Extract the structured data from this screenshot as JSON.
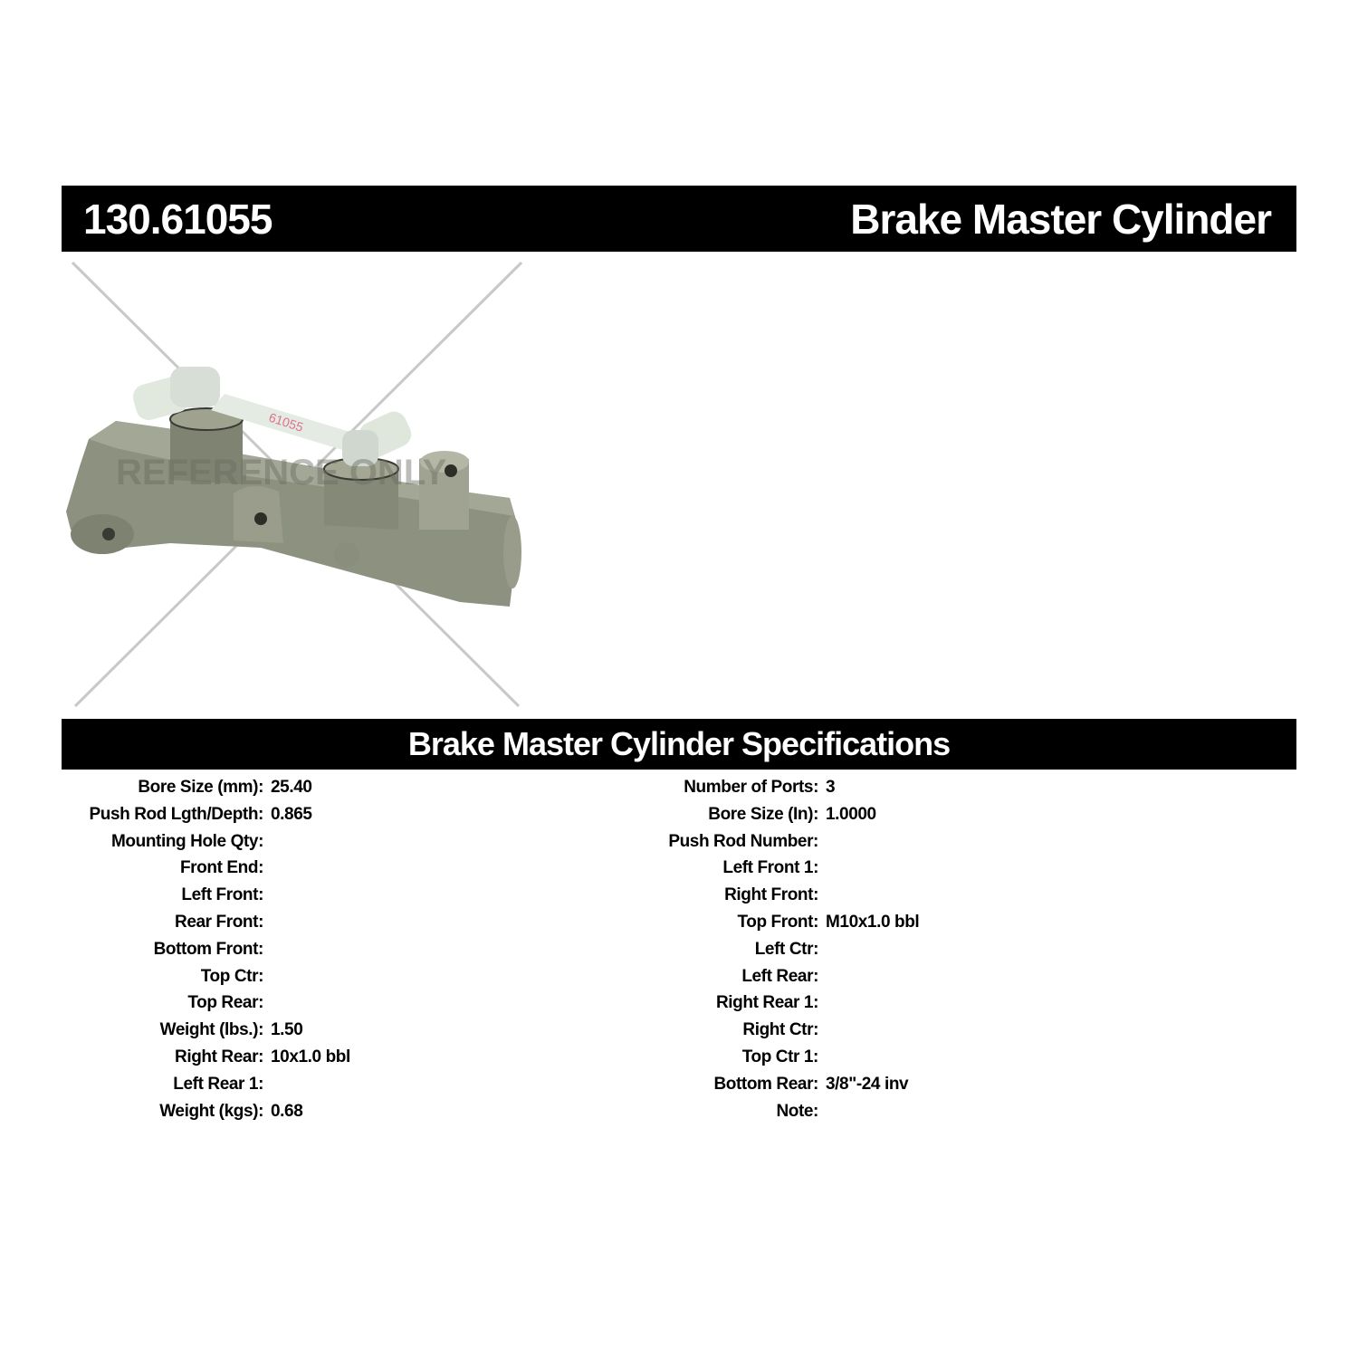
{
  "header": {
    "part_number": "130.61055",
    "product_name": "Brake Master Cylinder"
  },
  "image": {
    "watermark": "REFERENCE ONLY",
    "part_marking": "61055"
  },
  "specs": {
    "title": "Brake Master Cylinder Specifications",
    "left": [
      {
        "label": "Bore Size (mm):",
        "value": "25.40"
      },
      {
        "label": "Push Rod Lgth/Depth:",
        "value": "0.865"
      },
      {
        "label": "Mounting Hole Qty:",
        "value": ""
      },
      {
        "label": "Front End:",
        "value": ""
      },
      {
        "label": "Left Front:",
        "value": ""
      },
      {
        "label": "Rear Front:",
        "value": ""
      },
      {
        "label": "Bottom Front:",
        "value": ""
      },
      {
        "label": "Top Ctr:",
        "value": ""
      },
      {
        "label": "Top Rear:",
        "value": ""
      },
      {
        "label": "Weight (lbs.):",
        "value": "1.50"
      },
      {
        "label": "Right Rear:",
        "value": "10x1.0 bbl"
      },
      {
        "label": "Left Rear 1:",
        "value": ""
      },
      {
        "label": "Weight (kgs):",
        "value": "0.68"
      }
    ],
    "right": [
      {
        "label": "Number of Ports:",
        "value": "3"
      },
      {
        "label": "Bore Size (In):",
        "value": "1.0000"
      },
      {
        "label": "Push Rod Number:",
        "value": ""
      },
      {
        "label": "Left Front 1:",
        "value": ""
      },
      {
        "label": "Right Front:",
        "value": ""
      },
      {
        "label": "Top Front:",
        "value": "M10x1.0 bbl"
      },
      {
        "label": "Left Ctr:",
        "value": ""
      },
      {
        "label": "Left Rear:",
        "value": ""
      },
      {
        "label": "Right Rear 1:",
        "value": ""
      },
      {
        "label": "Right Ctr:",
        "value": ""
      },
      {
        "label": "Top Ctr 1:",
        "value": ""
      },
      {
        "label": "Bottom Rear:",
        "value": "3/8\"-24 inv"
      },
      {
        "label": "Note:",
        "value": ""
      }
    ]
  }
}
